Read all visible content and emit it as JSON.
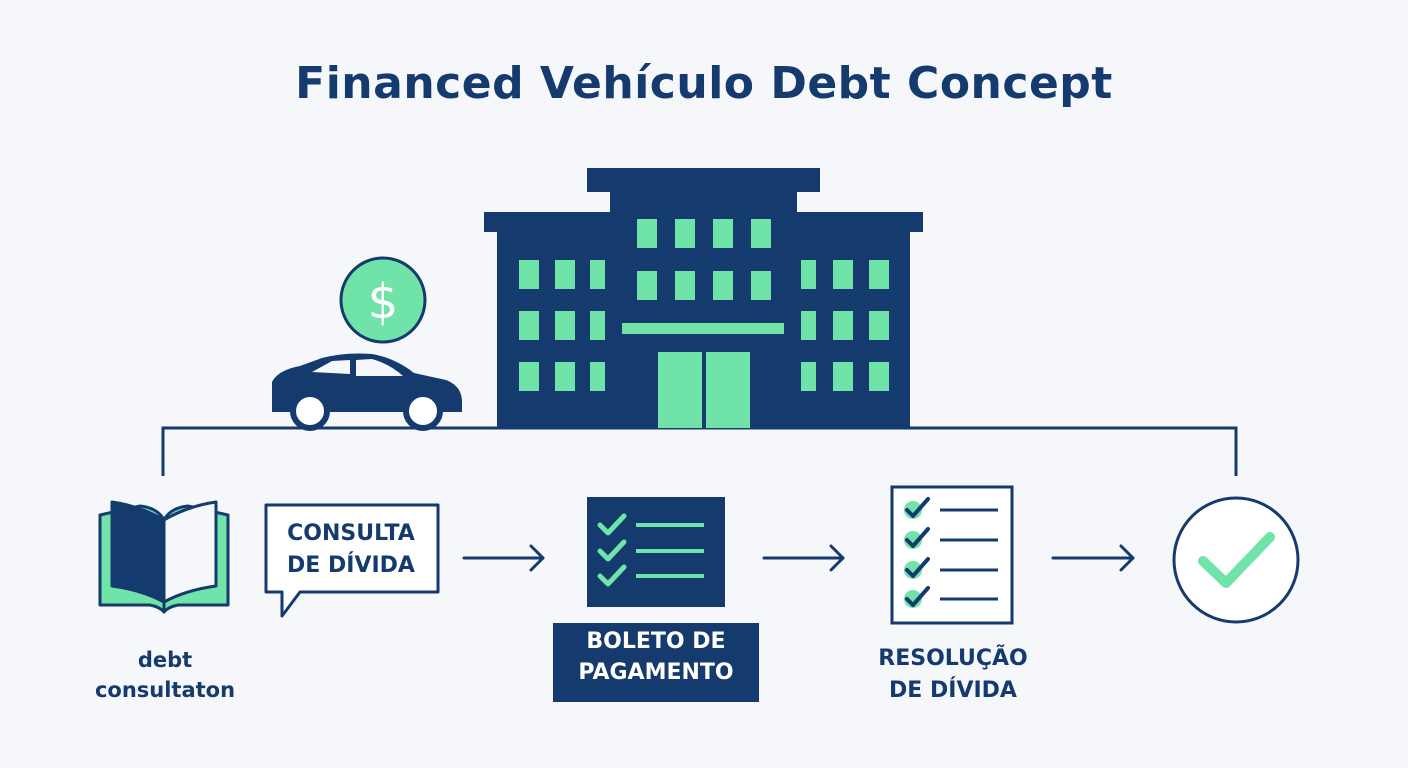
{
  "title": "Financed Vehículo Debt Concept",
  "colors": {
    "navy": "#143a6e",
    "mint": "#6fe3a8",
    "background": "#f5f7fa"
  },
  "icons": [
    "dollar-coin-icon",
    "car-icon",
    "bank-building-icon",
    "open-book-icon",
    "speech-bubble-icon",
    "checklist-card-icon",
    "checklist-document-icon",
    "check-circle-icon",
    "arrow-right-icon"
  ],
  "coin_symbol": "$",
  "steps": {
    "consultation_bubble": [
      "CONSULTA",
      "DE DÍVIDA"
    ],
    "debt_consultation": [
      "debt",
      "consultaton"
    ],
    "boleto": [
      "BOLETO DE",
      "PAGAMENTO"
    ],
    "resolution": [
      "RESOLUÇÃO",
      "DE DÍVIDA"
    ]
  }
}
